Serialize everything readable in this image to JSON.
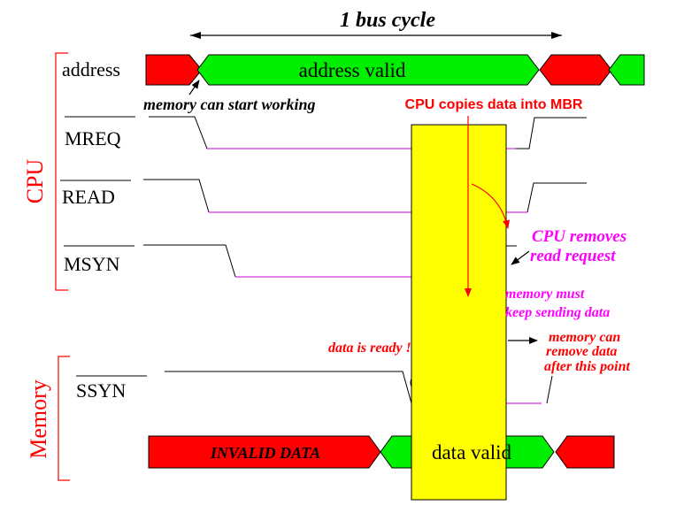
{
  "title": "1 bus cycle",
  "groups": {
    "cpu": "CPU",
    "memory": "Memory"
  },
  "signals": {
    "address": "address",
    "mreq": "MREQ",
    "read": "READ",
    "msyn": "MSYN",
    "ssyn": "SSYN"
  },
  "bus_labels": {
    "address_valid": "address valid",
    "invalid_data": "INVALID DATA",
    "data_valid": "data valid"
  },
  "annotations": {
    "memory_start": "memory can start working",
    "cpu_copies": "CPU copies data into MBR",
    "cpu_removes_1": "CPU removes",
    "cpu_removes_2": "read request",
    "mem_keep_1": "memory must",
    "mem_keep_2": "keep sending data",
    "data_ready": "data is ready !",
    "mem_remove_1": "memory can",
    "mem_remove_2": "remove data",
    "mem_remove_3": "after this point"
  },
  "colors": {
    "bus_invalid": "#ff0000",
    "bus_valid": "#00ee00",
    "highlight": "#ffff00",
    "signal_low": "#cc00cc",
    "annotation_red": "#ff0000",
    "annotation_magenta": "#ff00ff",
    "group_label": "#ff0000"
  }
}
